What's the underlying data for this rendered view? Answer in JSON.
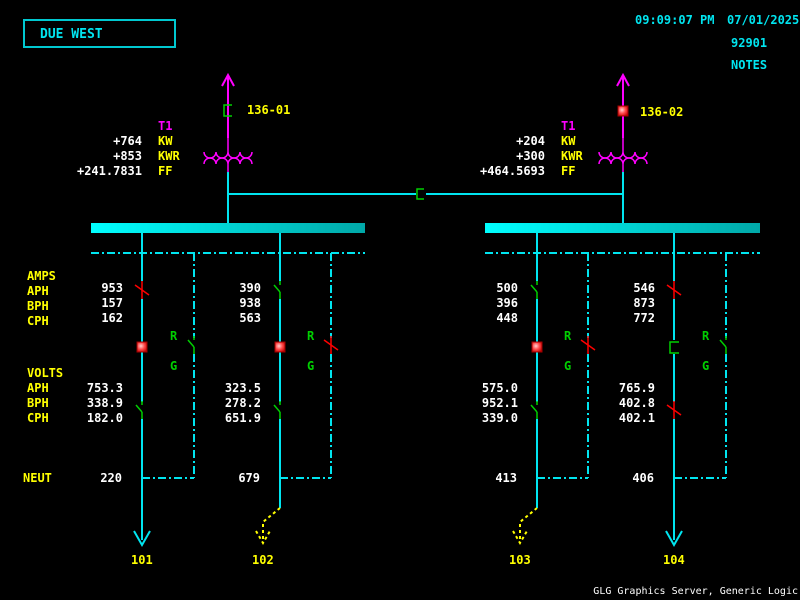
{
  "header": {
    "title": "DUE WEST",
    "time": "09:09:07 PM",
    "date": "07/01/2025",
    "code": "92901",
    "notes_label": "NOTES"
  },
  "colors": {
    "bus": "#00e5f0",
    "transformer": "#ff00ff",
    "label": "#ffff00",
    "value": "#ffffff",
    "switch_closed": "#00d000",
    "switch_open": "#ff0000",
    "breaker_tripped": "#ff3333"
  },
  "transformers": [
    {
      "id": "136-01",
      "name": "T1",
      "kw": "+764",
      "kwr": "+853",
      "ff": "+241.7831",
      "kw_label": "KW",
      "kwr_label": "KWR",
      "ff_label": "FF",
      "breaker": "open-bracket"
    },
    {
      "id": "136-02",
      "name": "T1",
      "kw": "+204",
      "kwr": "+300",
      "ff": "+464.5693",
      "kw_label": "KW",
      "kwr_label": "KWR",
      "ff_label": "FF",
      "breaker": "tripped"
    }
  ],
  "row_labels": {
    "amps": "AMPS",
    "aph": "APH",
    "bph": "BPH",
    "cph": "CPH",
    "volts": "VOLTS",
    "v_aph": "APH",
    "v_bph": "BPH",
    "v_cph": "CPH",
    "neut": "NEUT",
    "r": "R",
    "g": "G"
  },
  "feeders": [
    {
      "id": "101",
      "amps": [
        "953",
        "157",
        "162"
      ],
      "volts": [
        "753.3",
        "338.9",
        "182.0"
      ],
      "neut": "220",
      "status": "energized"
    },
    {
      "id": "102",
      "amps": [
        "390",
        "938",
        "563"
      ],
      "volts": [
        "323.5",
        "278.2",
        "651.9"
      ],
      "neut": "679",
      "status": "de-energized"
    },
    {
      "id": "103",
      "amps": [
        "500",
        "396",
        "448"
      ],
      "volts": [
        "575.0",
        "952.1",
        "339.0"
      ],
      "neut": "413",
      "status": "de-energized"
    },
    {
      "id": "104",
      "amps": [
        "546",
        "873",
        "772"
      ],
      "volts": [
        "765.9",
        "402.8",
        "402.1"
      ],
      "neut": "406",
      "status": "energized"
    }
  ],
  "footer": "GLG Graphics Server, Generic Logic"
}
